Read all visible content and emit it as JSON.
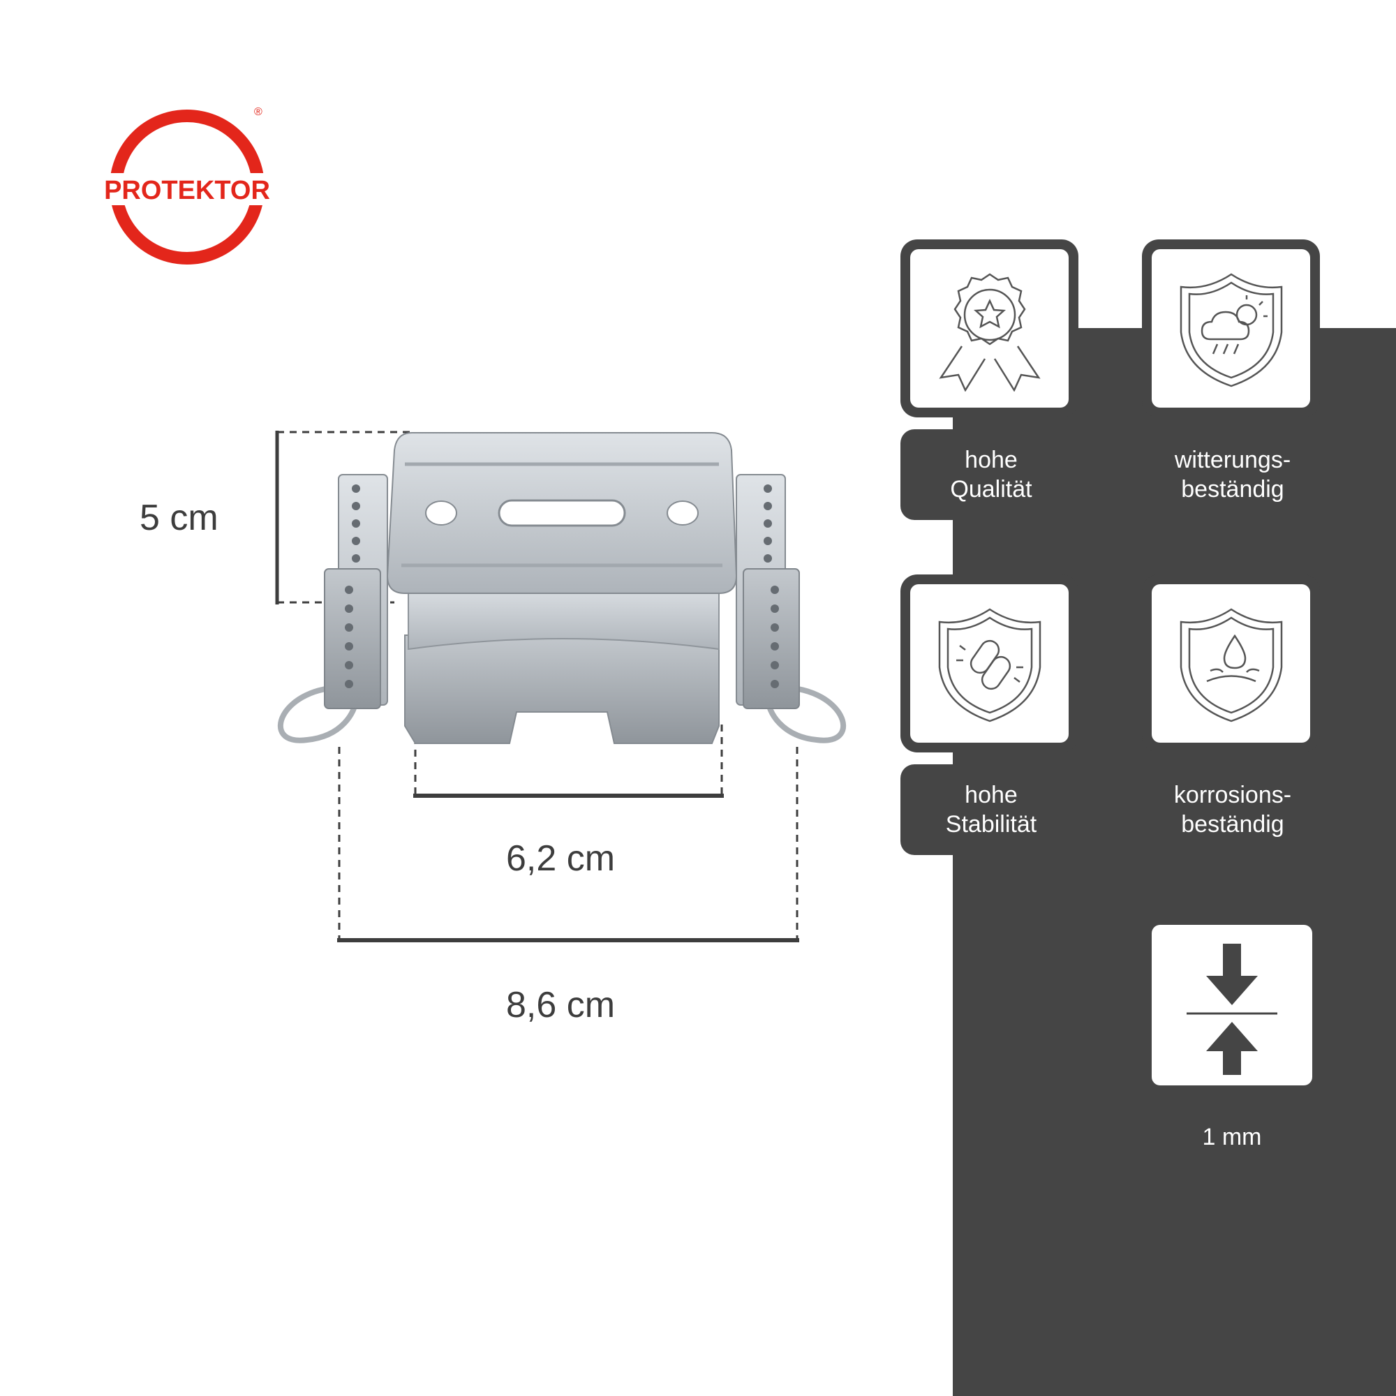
{
  "brand": {
    "name": "PROTEKTOR",
    "registered_mark": "®",
    "color": "#e3261b"
  },
  "dimensions": {
    "height": "5 cm",
    "inner_width": "6,2 cm",
    "outer_width": "8,6 cm"
  },
  "features": [
    {
      "icon": "award-medal-icon",
      "label": "hohe\nQualität"
    },
    {
      "icon": "weather-shield-icon",
      "label": "witterungs-\nbeständig"
    },
    {
      "icon": "chain-shield-icon",
      "label": "hohe\nStabilität"
    },
    {
      "icon": "water-shield-icon",
      "label": "korrosions-\nbeständig"
    }
  ],
  "thickness": {
    "icon": "thickness-arrows-icon",
    "label": "1 mm"
  },
  "colors": {
    "panel": "#454545",
    "text_dark": "#3d3d3d",
    "metal": "#c9ced3"
  }
}
